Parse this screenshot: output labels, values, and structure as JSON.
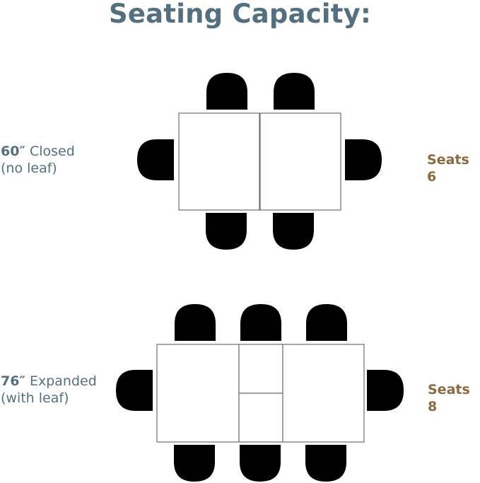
{
  "title": "Seating Capacity:",
  "configs": [
    {
      "size": "60″",
      "state": " Closed",
      "note": "(no leaf)",
      "seats_label": "Seats 6",
      "seats": 6
    },
    {
      "size": "76″",
      "state": " Expanded",
      "note": "(with leaf)",
      "seats_label": "Seats 8",
      "seats": 8
    }
  ],
  "colors": {
    "title": "#54707f",
    "seats": "#8a6a3e",
    "line": "#6f6f6f"
  }
}
